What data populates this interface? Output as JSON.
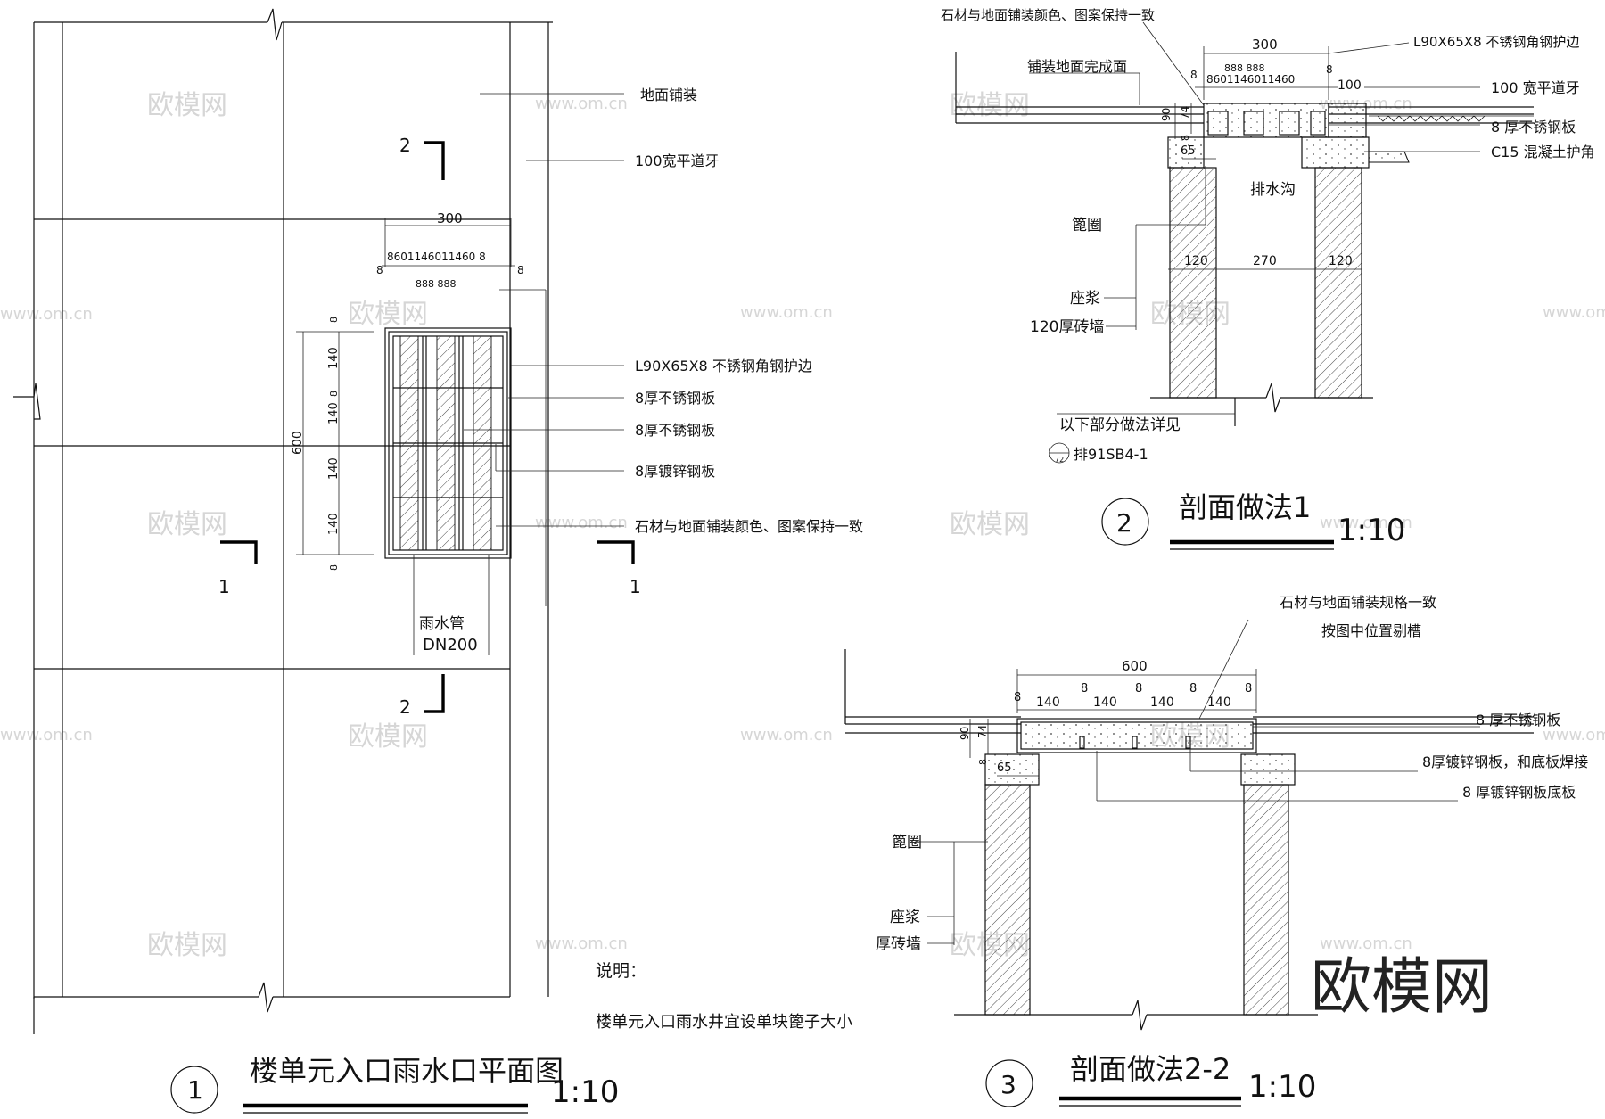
{
  "plan": {
    "labels": {
      "paving": "地面铺装",
      "curb": "100宽平道牙",
      "angle": "L90X65X8  不锈钢角钢护边",
      "ss_plate_1": "8厚不锈钢板",
      "ss_plate_2": "8厚不锈钢板",
      "galv_plate": "8厚镀锌钢板",
      "stone": "石材与地面铺装颜色、图案保持一致",
      "pipe": "雨水管",
      "pipe_size": "DN200"
    },
    "dims": {
      "width": "300",
      "height": "600",
      "seg_top": "8601146011460 8",
      "seg_sub": "888  888",
      "v140_1": "140",
      "v140_2": "140",
      "v140_3": "140",
      "v140_4": "140",
      "v8a": "8",
      "v8b": "8",
      "v8c": "8",
      "left8": "8",
      "right8": "8"
    },
    "marks": {
      "s2_top": "2",
      "s2_bottom": "2",
      "s1_left": "1",
      "s1_right": "1"
    },
    "note_head": "说明：",
    "note_body": "楼单元入口雨水井宜设单块篦子大小",
    "title_num": "1",
    "title": "楼单元入口雨水口平面图",
    "scale": "1:10"
  },
  "section1": {
    "labels": {
      "top": "石材与地面铺装颜色、图案保持一致",
      "finish": "铺装地面完成面",
      "angle": "L90X65X8  不锈钢角钢护边",
      "curb": "100 宽平道牙",
      "ss_plate": "8 厚不锈钢板",
      "concrete": "C15 混凝土护角",
      "ditch": "排水沟",
      "grate": "篦圈",
      "mortar": "座浆",
      "wall": "120厚砖墙",
      "ref": "以下部分做法详见",
      "ref_code": "排91SB4-1",
      "ref_circle": "72"
    },
    "dims": {
      "w300": "300",
      "segs": "8601146011460",
      "sub": "888  888",
      "d8l": "8",
      "d8r": "8",
      "d100": "100",
      "d90": "90",
      "d74": "74",
      "d8v": "8",
      "d65": "65",
      "d120l": "120",
      "d270": "270",
      "d120r": "120"
    },
    "title_num": "2",
    "title": "剖面做法1",
    "scale": "1:10"
  },
  "section2": {
    "labels": {
      "top1": "石材与地面铺装规格一致",
      "top2": "按图中位置剔槽",
      "ss_plate": "8  厚不锈钢板",
      "galv_weld": "8厚镀锌钢板，和底板焊接",
      "galv_base": "8 厚镀锌钢板底板",
      "grate": "篦圈",
      "mortar": "座浆",
      "wall": "厚砖墙"
    },
    "dims": {
      "w600": "600",
      "segs": [
        "8",
        "140",
        "8",
        "140",
        "8",
        "140",
        "8",
        "140",
        "8"
      ],
      "d90": "90",
      "d74": "74",
      "d8v": "8",
      "d65": "65"
    },
    "title_num": "3",
    "title": "剖面做法2-2",
    "scale": "1:10"
  },
  "watermarks": {
    "small": "欧模网",
    "url": "www.om.cn",
    "brand": "欧模网"
  },
  "colors": {
    "ink": "#111111",
    "watermark": "#d6d6d6",
    "paper": "#ffffff"
  }
}
